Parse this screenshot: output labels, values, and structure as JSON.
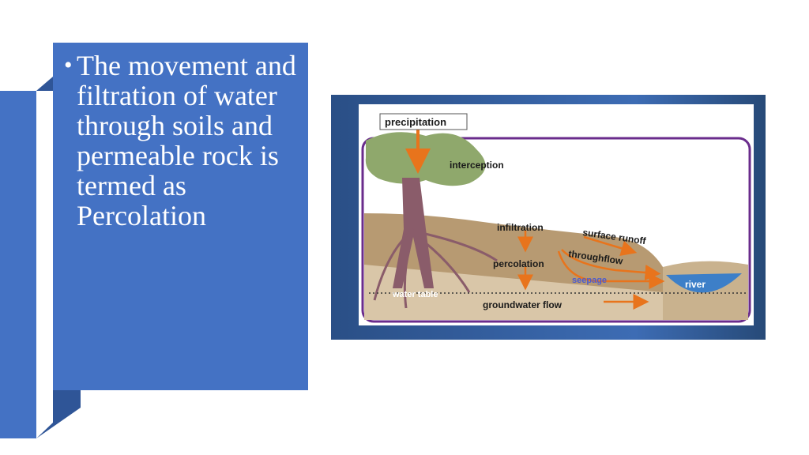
{
  "slide": {
    "bullet_text": "The movement and filtration of water through soils and permeable rock is termed as Percolation"
  },
  "diagram": {
    "labels": {
      "precipitation": "precipitation",
      "interception": "interception",
      "infiltration": "infiltration",
      "surface_runoff": "surface runoff",
      "throughflow": "throughflow",
      "percolation": "percolation",
      "seepage": "seepage",
      "river": "river",
      "water_table": "water table",
      "groundwater_flow": "groundwater flow"
    }
  },
  "colors": {
    "accent_blue": "#4472c4",
    "dark_blue": "#2f5597",
    "frame_border": "#6a2c8c",
    "arrow_orange": "#e8741c"
  }
}
